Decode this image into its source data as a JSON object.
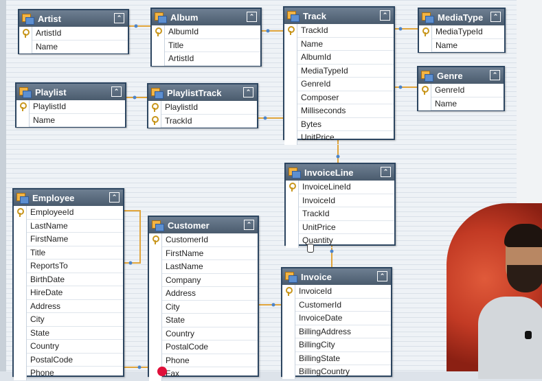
{
  "colors": {
    "header": "#4a5b6d",
    "border": "#2c4560",
    "key": "#c8961c",
    "relation": "#e0a43a"
  },
  "tables": {
    "artist": {
      "title": "Artist",
      "fields": [
        "ArtistId",
        "Name"
      ]
    },
    "album": {
      "title": "Album",
      "fields": [
        "AlbumId",
        "Title",
        "ArtistId"
      ]
    },
    "track": {
      "title": "Track",
      "fields": [
        "TrackId",
        "Name",
        "AlbumId",
        "MediaTypeId",
        "GenreId",
        "Composer",
        "Milliseconds",
        "Bytes",
        "UnitPrice"
      ]
    },
    "mediatype": {
      "title": "MediaType",
      "fields": [
        "MediaTypeId",
        "Name"
      ]
    },
    "genre": {
      "title": "Genre",
      "fields": [
        "GenreId",
        "Name"
      ]
    },
    "playlist": {
      "title": "Playlist",
      "fields": [
        "PlaylistId",
        "Name"
      ]
    },
    "playlisttrack": {
      "title": "PlaylistTrack",
      "fields": [
        "PlaylistId",
        "TrackId"
      ]
    },
    "invoiceline": {
      "title": "InvoiceLine",
      "fields": [
        "InvoiceLineId",
        "InvoiceId",
        "TrackId",
        "UnitPrice",
        "Quantity"
      ]
    },
    "employee": {
      "title": "Employee",
      "fields": [
        "EmployeeId",
        "LastName",
        "FirstName",
        "Title",
        "ReportsTo",
        "BirthDate",
        "HireDate",
        "Address",
        "City",
        "State",
        "Country",
        "PostalCode",
        "Phone"
      ]
    },
    "customer": {
      "title": "Customer",
      "fields": [
        "CustomerId",
        "FirstName",
        "LastName",
        "Company",
        "Address",
        "City",
        "State",
        "Country",
        "PostalCode",
        "Phone",
        "Fax"
      ]
    },
    "invoice": {
      "title": "Invoice",
      "fields": [
        "InvoiceId",
        "CustomerId",
        "InvoiceDate",
        "BillingAddress",
        "BillingCity",
        "BillingState",
        "BillingCountry"
      ]
    }
  }
}
